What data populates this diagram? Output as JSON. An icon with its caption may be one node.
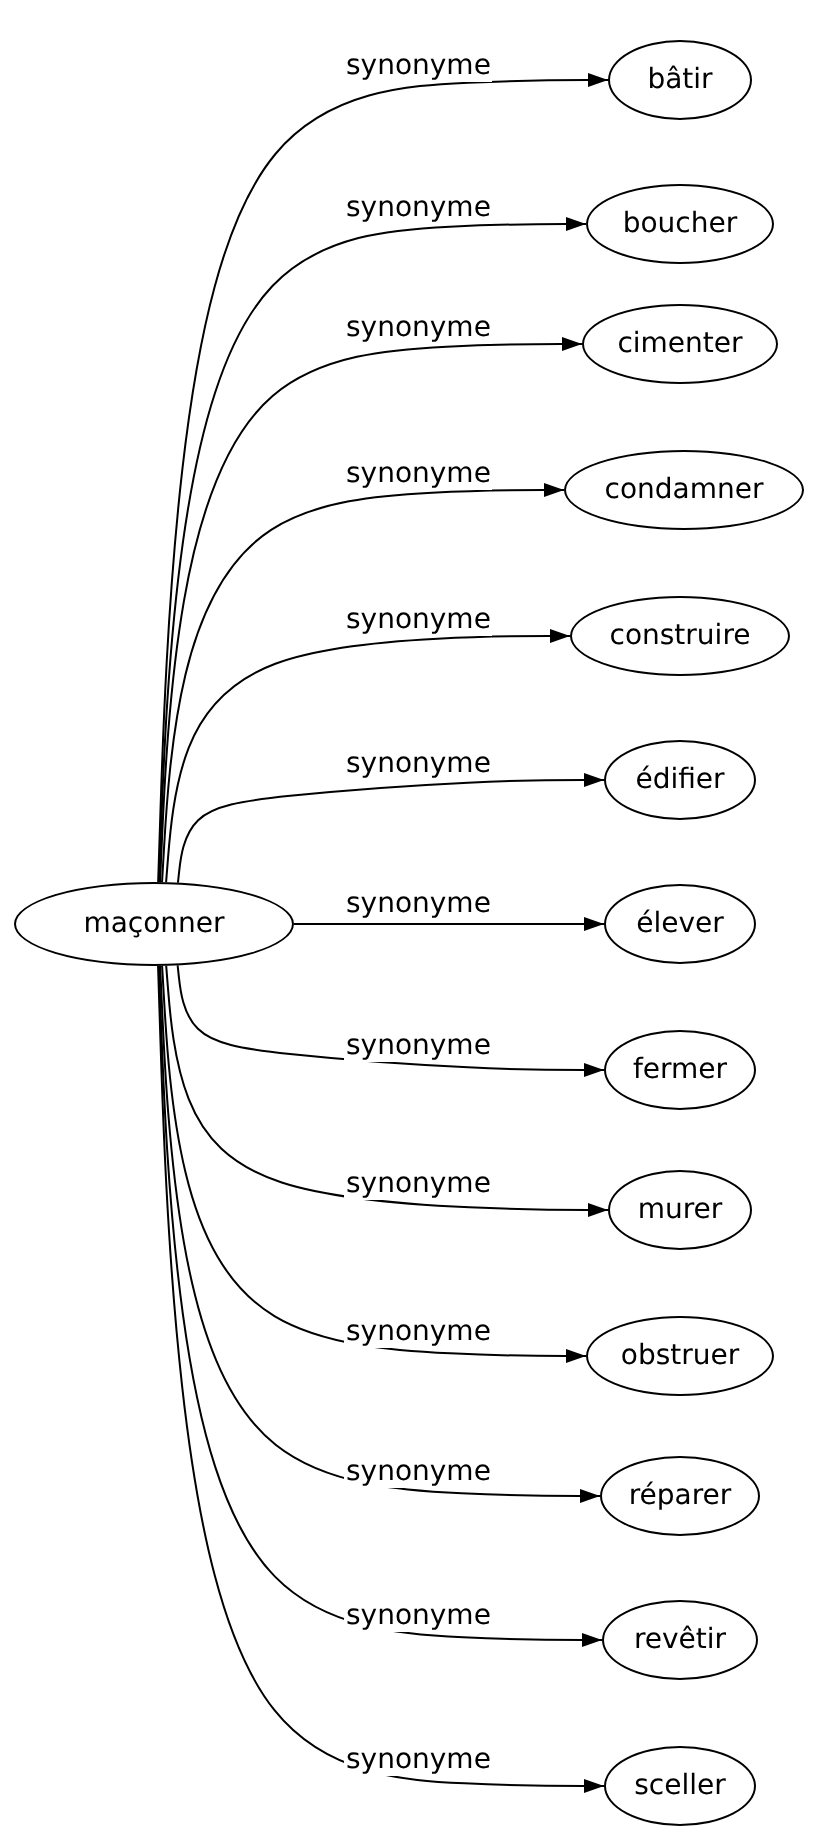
{
  "diagram": {
    "nodes": [
      {
        "text": [
          "maçonner"
        ]
      },
      {
        "text": [
          "bâtir"
        ]
      },
      {
        "text": [
          "boucher"
        ]
      },
      {
        "text": [
          "cimenter"
        ]
      },
      {
        "text": [
          "condamner"
        ]
      },
      {
        "text": [
          "construire"
        ]
      },
      {
        "text": [
          "édifier"
        ]
      },
      {
        "text": [
          "élever"
        ]
      },
      {
        "text": [
          "fermer"
        ]
      },
      {
        "text": [
          "murer"
        ]
      },
      {
        "text": [
          "obstruer"
        ]
      },
      {
        "text": [
          "réparer"
        ]
      },
      {
        "text": [
          "revêtir"
        ]
      },
      {
        "text": [
          "sceller"
        ]
      }
    ],
    "edges": [
      {
        "from": 0,
        "to": 1,
        "arrow": "to",
        "label": "synonyme"
      },
      {
        "from": 0,
        "to": 2,
        "arrow": "to",
        "label": "synonyme"
      },
      {
        "from": 0,
        "to": 3,
        "arrow": "to",
        "label": "synonyme"
      },
      {
        "from": 0,
        "to": 4,
        "arrow": "to",
        "label": "synonyme"
      },
      {
        "from": 0,
        "to": 5,
        "arrow": "to",
        "label": "synonyme"
      },
      {
        "from": 0,
        "to": 6,
        "arrow": "to",
        "label": "synonyme"
      },
      {
        "from": 0,
        "to": 7,
        "arrow": "to",
        "label": "synonyme"
      },
      {
        "from": 0,
        "to": 8,
        "arrow": "to",
        "label": "synonyme"
      },
      {
        "from": 0,
        "to": 9,
        "arrow": "to",
        "label": "synonyme"
      },
      {
        "from": 0,
        "to": 10,
        "arrow": "to",
        "label": "synonyme"
      },
      {
        "from": 0,
        "to": 11,
        "arrow": "to",
        "label": "synonyme"
      },
      {
        "from": 0,
        "to": 12,
        "arrow": "to",
        "label": "synonyme"
      },
      {
        "from": 0,
        "to": 13,
        "arrow": "to",
        "label": "synonyme"
      }
    ]
  }
}
